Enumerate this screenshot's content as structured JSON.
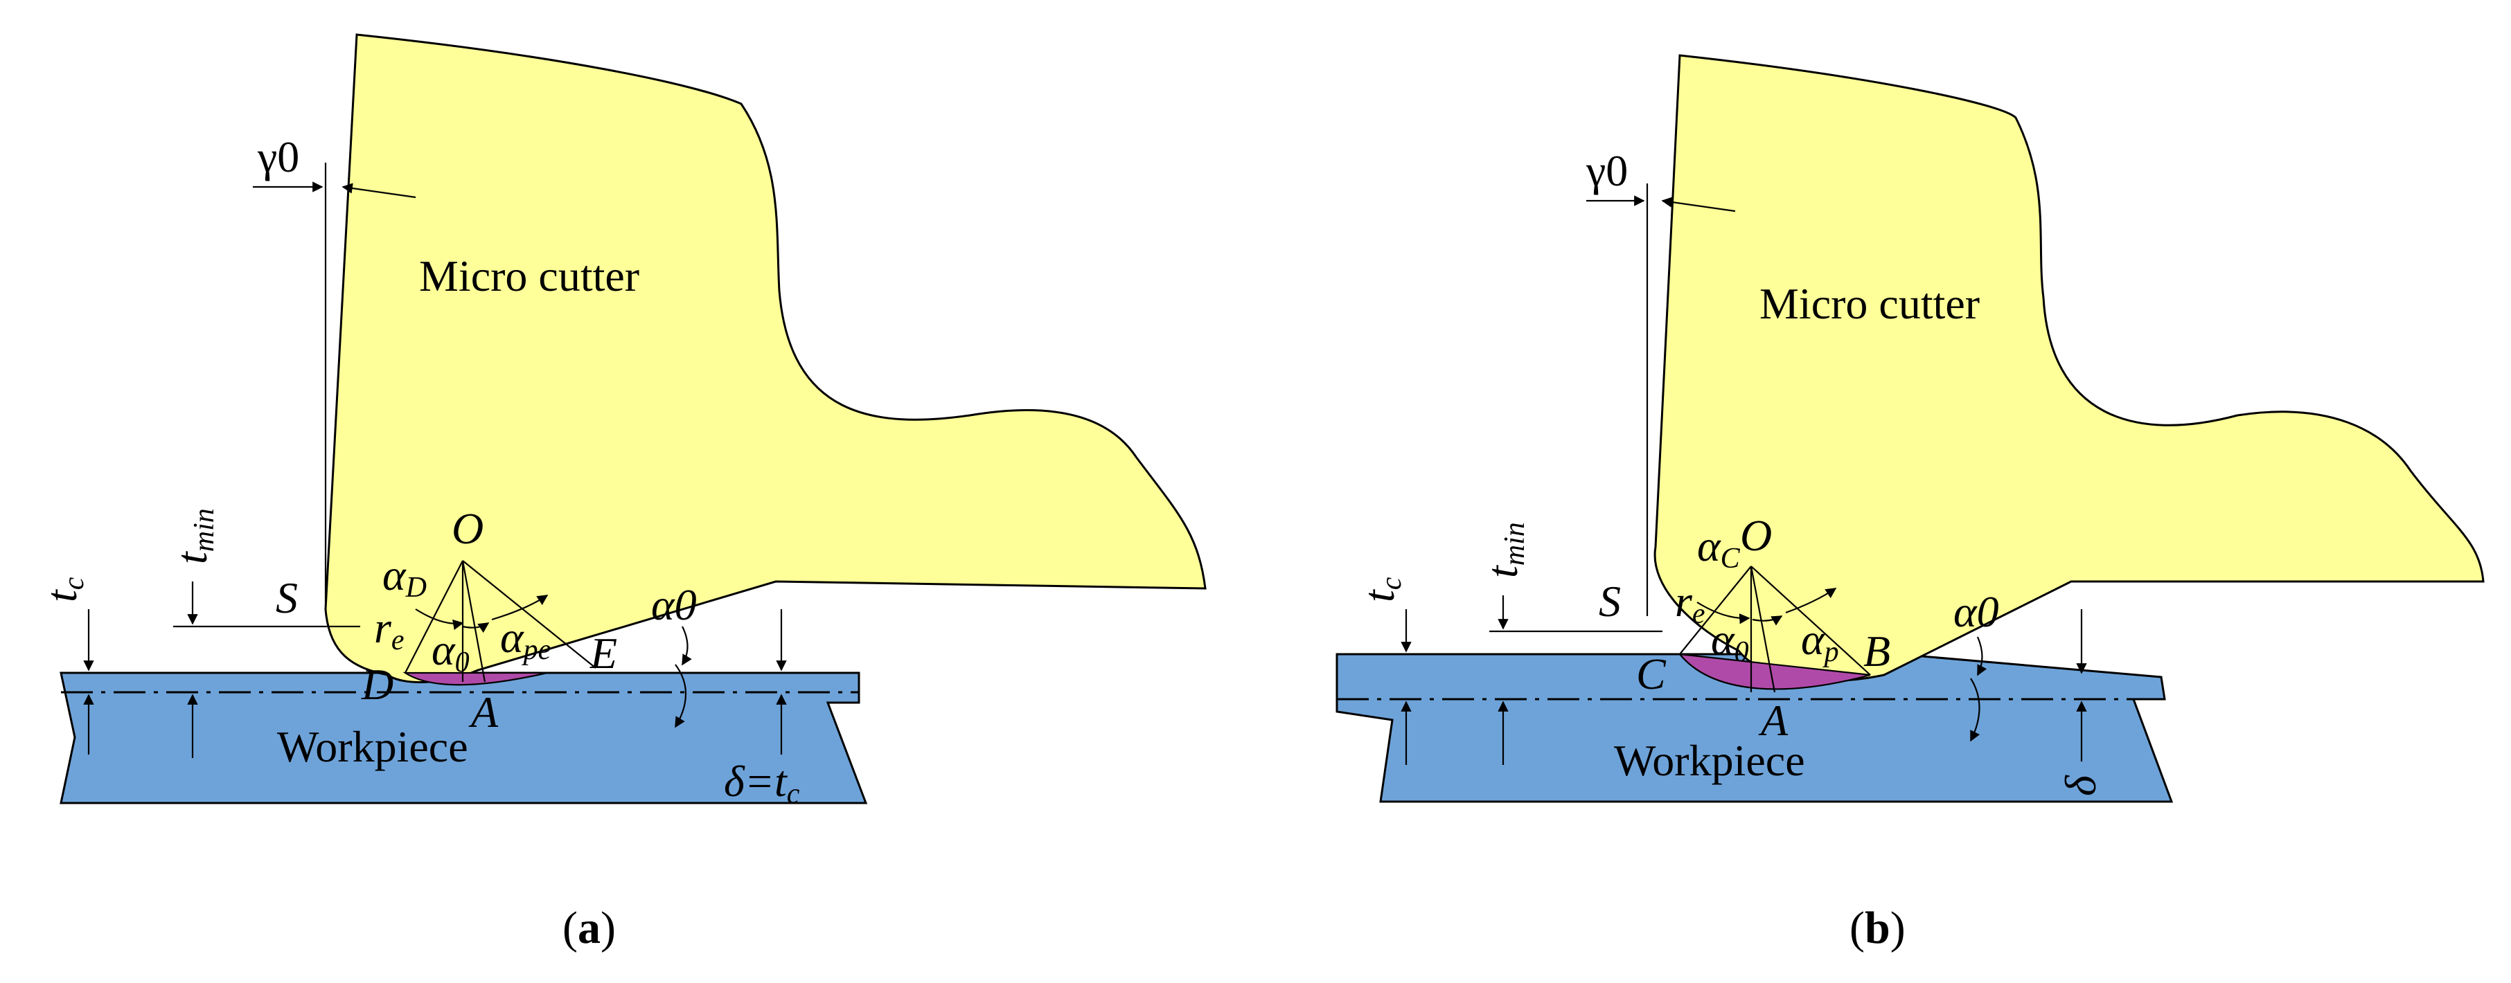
{
  "panels": [
    {
      "id": "a",
      "caption": "a",
      "cutter_label": "Micro cutter",
      "workpiece_label": "Workpiece",
      "rake_angle_symbol": "γ0",
      "clearance_angle_symbol": "α0",
      "labels": {
        "S": "S",
        "O": "O",
        "D": "D",
        "A": "A",
        "E": "E",
        "r": "r",
        "r_sub": "e",
        "alpha_D": "α",
        "alpha_D_sub": "D",
        "alpha_0": "α",
        "alpha_0_sub": "0",
        "alpha_pe": "α",
        "alpha_pe_sub": "pe",
        "t": "t",
        "t_min_sub": "min",
        "t_c_sub": "c",
        "delta_eq": "δ=t",
        "delta_eq_sub": "c"
      }
    },
    {
      "id": "b",
      "caption": "b",
      "cutter_label": "Micro cutter",
      "workpiece_label": "Workpiece",
      "rake_angle_symbol": "γ0",
      "clearance_angle_symbol": "α0",
      "labels": {
        "S": "S",
        "O": "O",
        "C": "C",
        "A": "A",
        "B": "B",
        "r": "r",
        "r_sub": "e",
        "alpha_C": "α",
        "alpha_C_sub": "C",
        "alpha_0": "α",
        "alpha_0_sub": "0",
        "alpha_p": "α",
        "alpha_p_sub": "p",
        "t": "t",
        "t_min_sub": "min",
        "t_c_sub": "c",
        "delta": "δ"
      }
    }
  ],
  "colors": {
    "cutter_fill": "#ffff99",
    "workpiece_fill": "#6ea3d9",
    "contact_fill": "#b04aa8"
  }
}
